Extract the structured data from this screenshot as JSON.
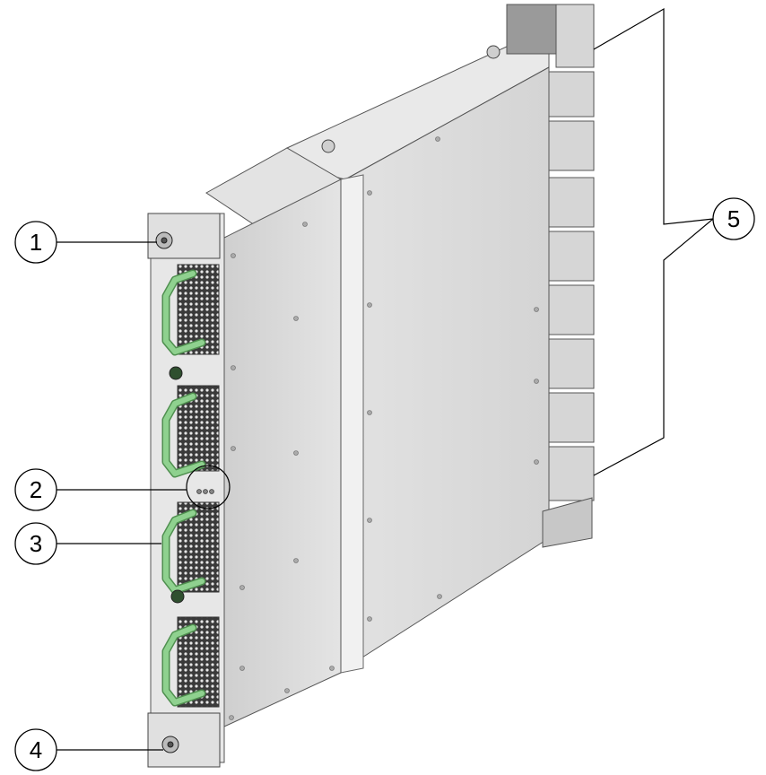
{
  "callouts": [
    {
      "id": "1",
      "label": "1"
    },
    {
      "id": "2",
      "label": "2"
    },
    {
      "id": "3",
      "label": "3"
    },
    {
      "id": "4",
      "label": "4"
    },
    {
      "id": "5",
      "label": "5"
    }
  ],
  "colors": {
    "handle": "#8fd18f",
    "handle_outline": "#4f8f4f",
    "panel": "#dcdcdc",
    "panel_dark": "#bdbdbd",
    "connector": "#d6d6d6",
    "line": "#000000"
  }
}
